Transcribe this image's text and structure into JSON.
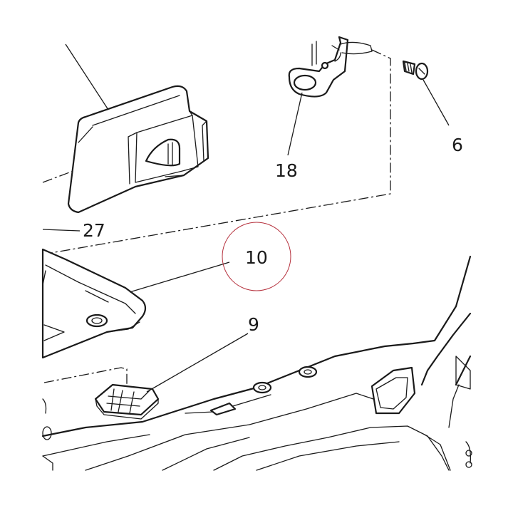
{
  "diagram": {
    "callouts": [
      {
        "id": "6",
        "label": "6"
      },
      {
        "id": "18",
        "label": "18"
      },
      {
        "id": "27",
        "label": "27"
      },
      {
        "id": "10",
        "label": "10"
      },
      {
        "id": "9",
        "label": "9"
      }
    ],
    "highlighted_callout": "10",
    "colors": {
      "line": "#1a1a1a",
      "highlight_ring": "#b5303c",
      "background": "#ffffff"
    }
  }
}
